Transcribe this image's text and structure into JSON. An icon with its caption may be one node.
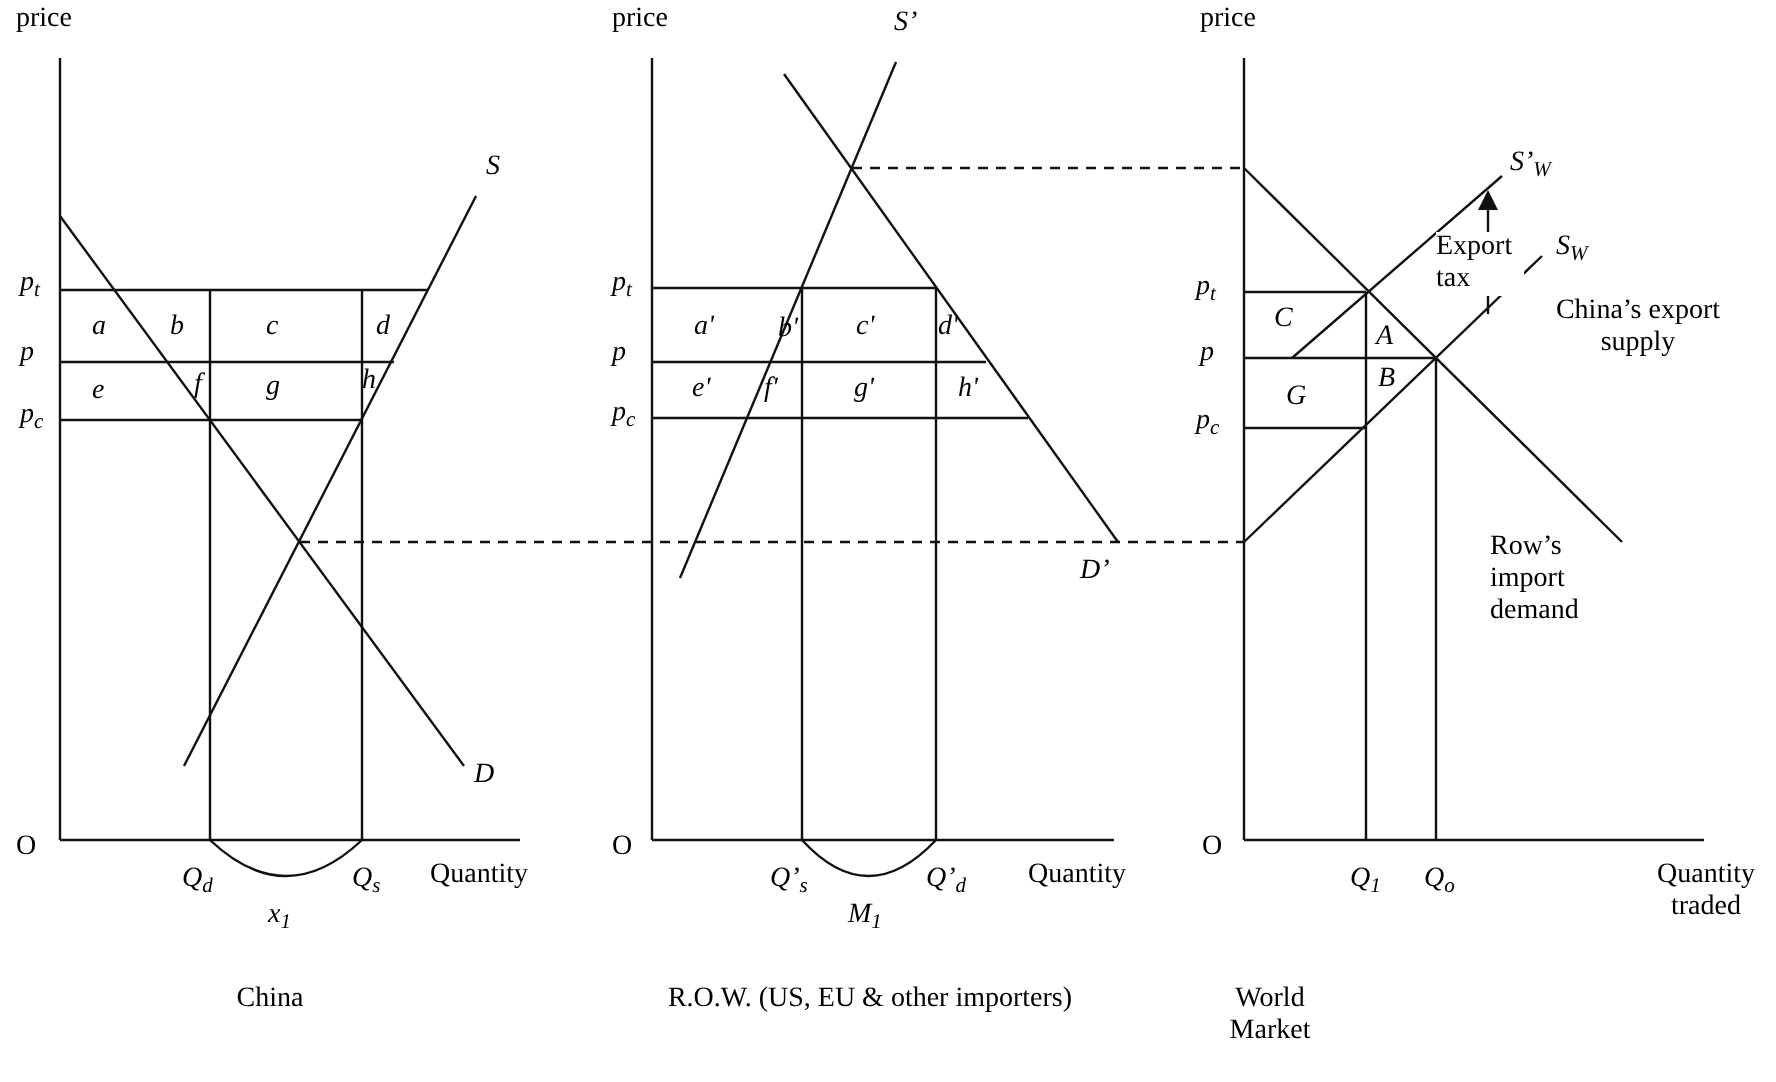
{
  "diagram": {
    "labels": [
      "price",
      "price",
      "S’",
      "price",
      "S",
      "S’$_{W}$",
      "Export tax",
      "S$_{W}$",
      "p$_{t}$",
      "p$_{t}$",
      "p$_{t}$",
      "a",
      "b",
      "c",
      "d",
      "a'",
      "b'",
      "c'",
      "d'",
      "C",
      "China’s export supply",
      "A",
      "p",
      "p",
      "p",
      "B",
      "e",
      "f",
      "g",
      "h",
      "e'",
      "f'",
      "g'",
      "h'",
      "G",
      "p$_{c}$",
      "p$_{c}$",
      "p$_{c}$",
      "Row’s import demand",
      "D’",
      "D",
      "O",
      "O",
      "O",
      "Q$_{d}$",
      "Q$_{s}$",
      "Quantity",
      "Q’$_{s}$",
      "Q’$_{d}$",
      "Quantity",
      "Q$_{1}$",
      "Q$_{o}$",
      "Quantity traded",
      "x$_{1}$",
      "M$_{1}$",
      "China",
      "R.O.W. (US, EU & other importers)",
      "World Market"
    ]
  }
}
